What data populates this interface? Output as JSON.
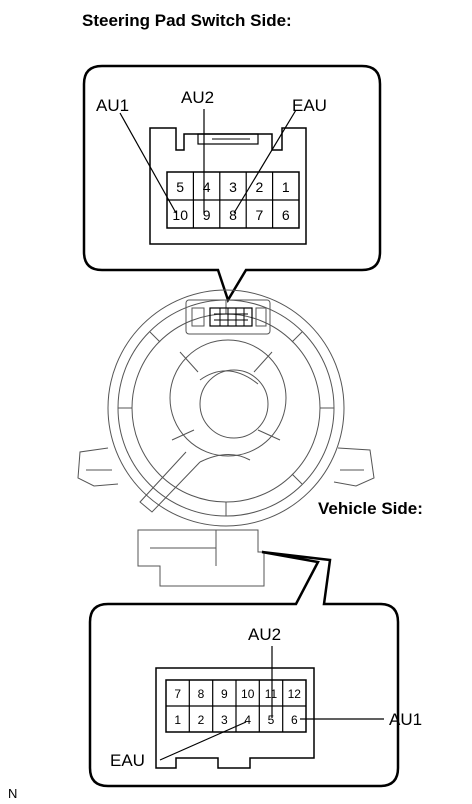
{
  "titles": {
    "steering_pad": "Steering Pad Switch Side:",
    "vehicle": "Vehicle Side:"
  },
  "upper_connector": {
    "labels": {
      "au1": "AU1",
      "au2": "AU2",
      "eau": "EAU"
    },
    "top_row": [
      "5",
      "4",
      "3",
      "2",
      "1"
    ],
    "bottom_row": [
      "10",
      "9",
      "8",
      "7",
      "6"
    ]
  },
  "lower_connector": {
    "labels": {
      "au2": "AU2",
      "au1": "AU1",
      "eau": "EAU"
    },
    "top_row": [
      "7",
      "8",
      "9",
      "10",
      "11",
      "12"
    ],
    "bottom_row": [
      "1",
      "2",
      "3",
      "4",
      "5",
      "6"
    ]
  },
  "corner_note": "N"
}
